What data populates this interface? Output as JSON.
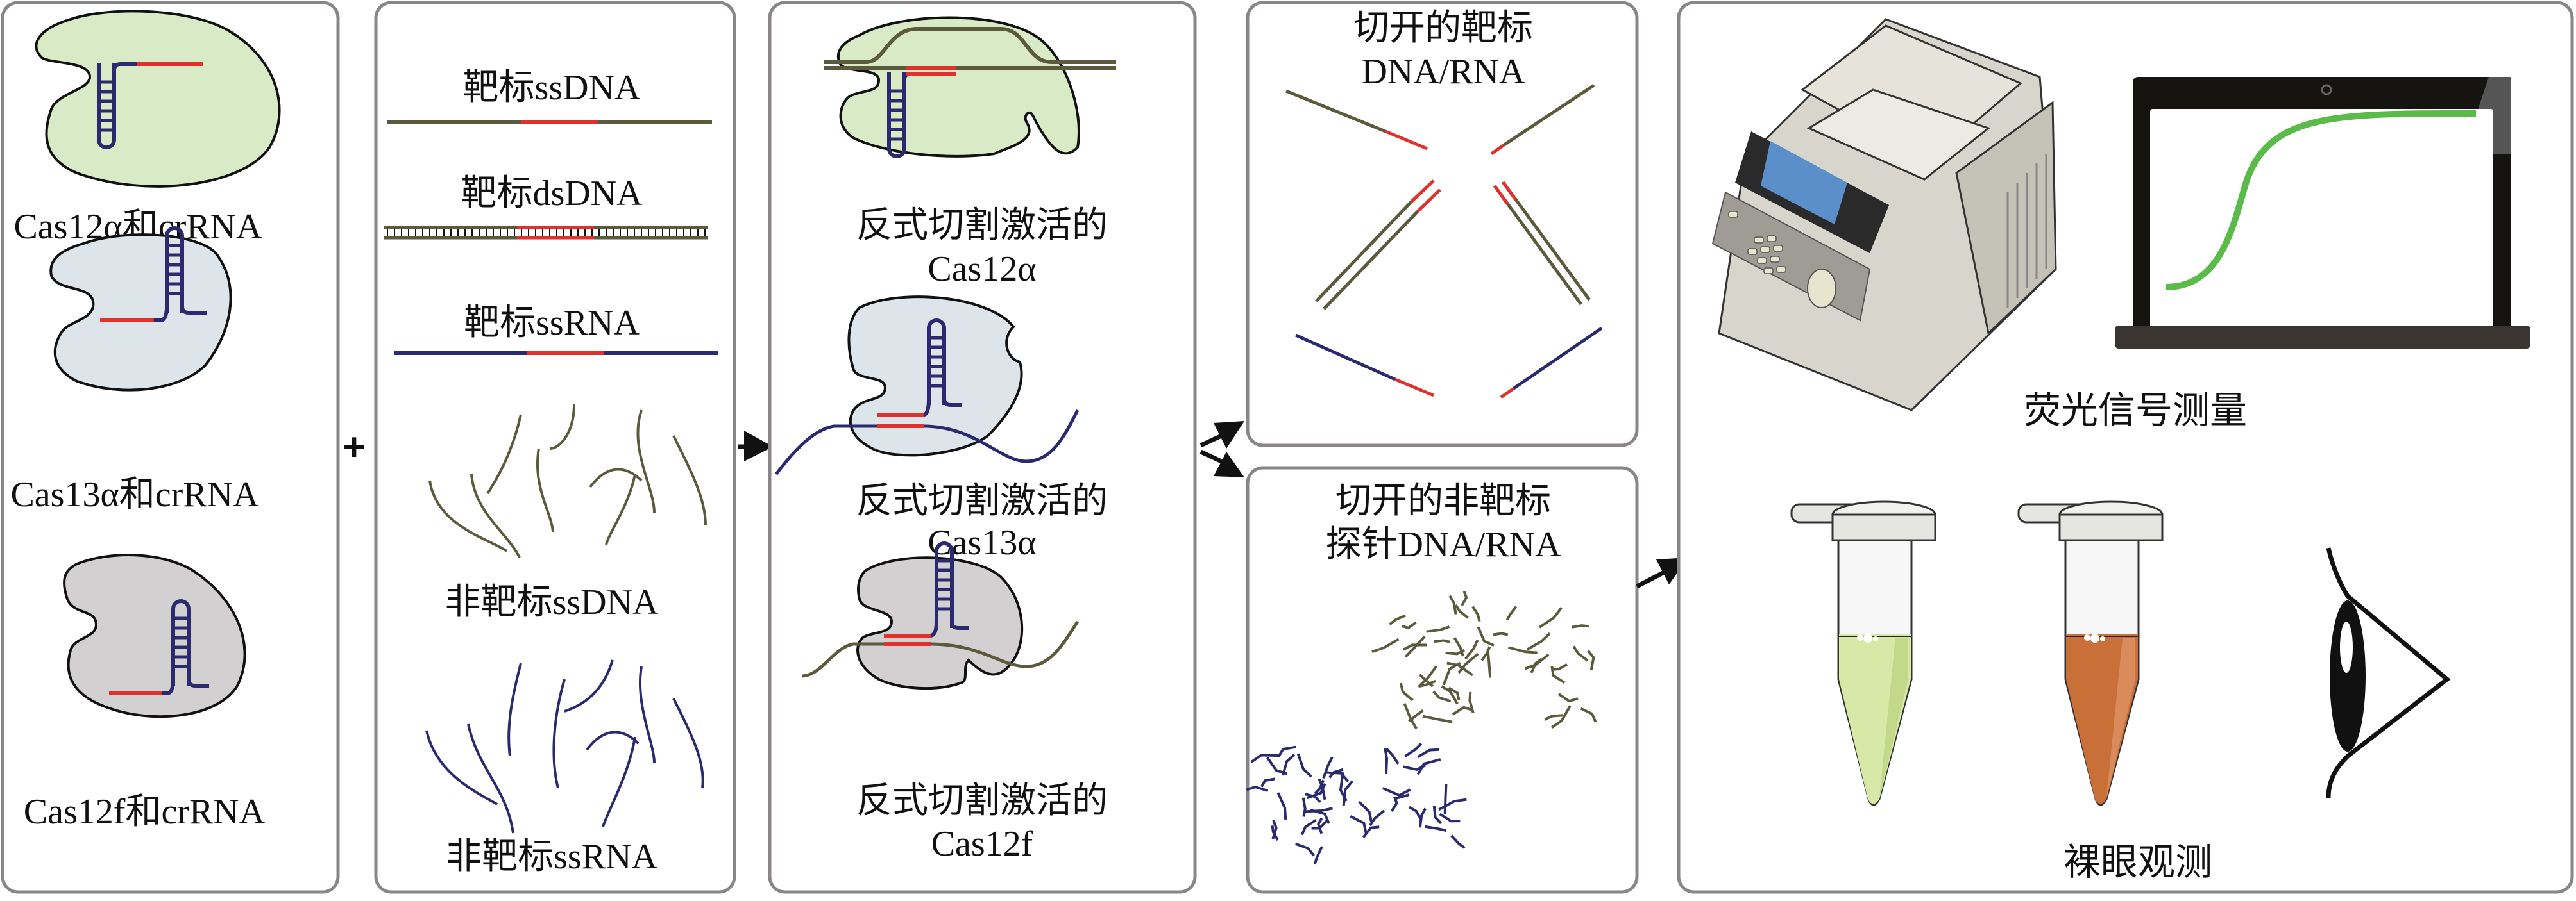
{
  "figure": {
    "connector_plus": "+",
    "panels": [
      {
        "id": "cas-proteins",
        "items": [
          {
            "label": "Cas12α和crRNA",
            "fill": "#d9eac7"
          },
          {
            "label": "Cas13α和crRNA",
            "fill": "#dde4ea"
          },
          {
            "label": "Cas12f和crRNA",
            "fill": "#d3d0d1"
          }
        ]
      },
      {
        "id": "nucleic-acids",
        "items": [
          {
            "label": "靶标ssDNA",
            "type": "target-ssDNA"
          },
          {
            "label": "靶标dsDNA",
            "type": "target-dsDNA"
          },
          {
            "label": "靶标ssRNA",
            "type": "target-ssRNA"
          },
          {
            "label": "非靶标ssDNA",
            "type": "nontarget-ssDNA"
          },
          {
            "label": "非靶标ssRNA",
            "type": "nontarget-ssRNA"
          }
        ]
      },
      {
        "id": "activated-complexes",
        "items": [
          {
            "label_line1": "反式切割激活的",
            "label_line2": "Cas12α"
          },
          {
            "label_line1": "反式切割激活的",
            "label_line2": "Cas13α"
          },
          {
            "label_line1": "反式切割激活的",
            "label_line2": "Cas12f"
          }
        ]
      },
      {
        "id": "cleaved-target",
        "title_line1": "切开的靶标",
        "title_line2": "DNA/RNA"
      },
      {
        "id": "cleaved-nontarget",
        "title_line1": "切开的非靶标",
        "title_line2": "探针DNA/RNA"
      },
      {
        "id": "readout",
        "fluorescence_label": "荧光信号测量",
        "visual_label": "裸眼观测",
        "tube_colors": [
          "#d8e8a6",
          "#c87038"
        ]
      }
    ],
    "colors": {
      "dna": "#5b5a3c",
      "rna": "#2c2a6e",
      "target_segment": "#e0312c",
      "curve": "#5bbb4a",
      "screen_blue": "#5b8fc9"
    }
  }
}
